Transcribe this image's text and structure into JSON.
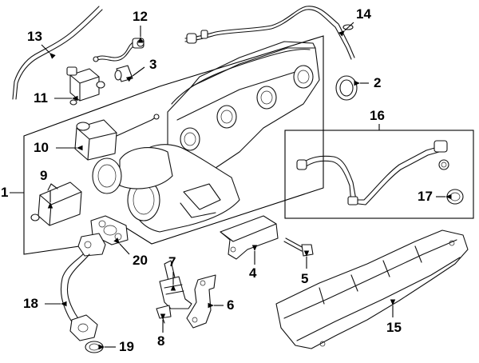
{
  "callouts": {
    "c1": "1",
    "c2": "2",
    "c3": "3",
    "c4": "4",
    "c5": "5",
    "c6": "6",
    "c7": "7",
    "c8": "8",
    "c9": "9",
    "c10": "10",
    "c11": "11",
    "c12": "12",
    "c13": "13",
    "c14": "14",
    "c15": "15",
    "c16": "16",
    "c17": "17",
    "c18": "18",
    "c19": "19",
    "c20": "20"
  },
  "colors": {
    "line": "#111111",
    "background": "#ffffff"
  }
}
